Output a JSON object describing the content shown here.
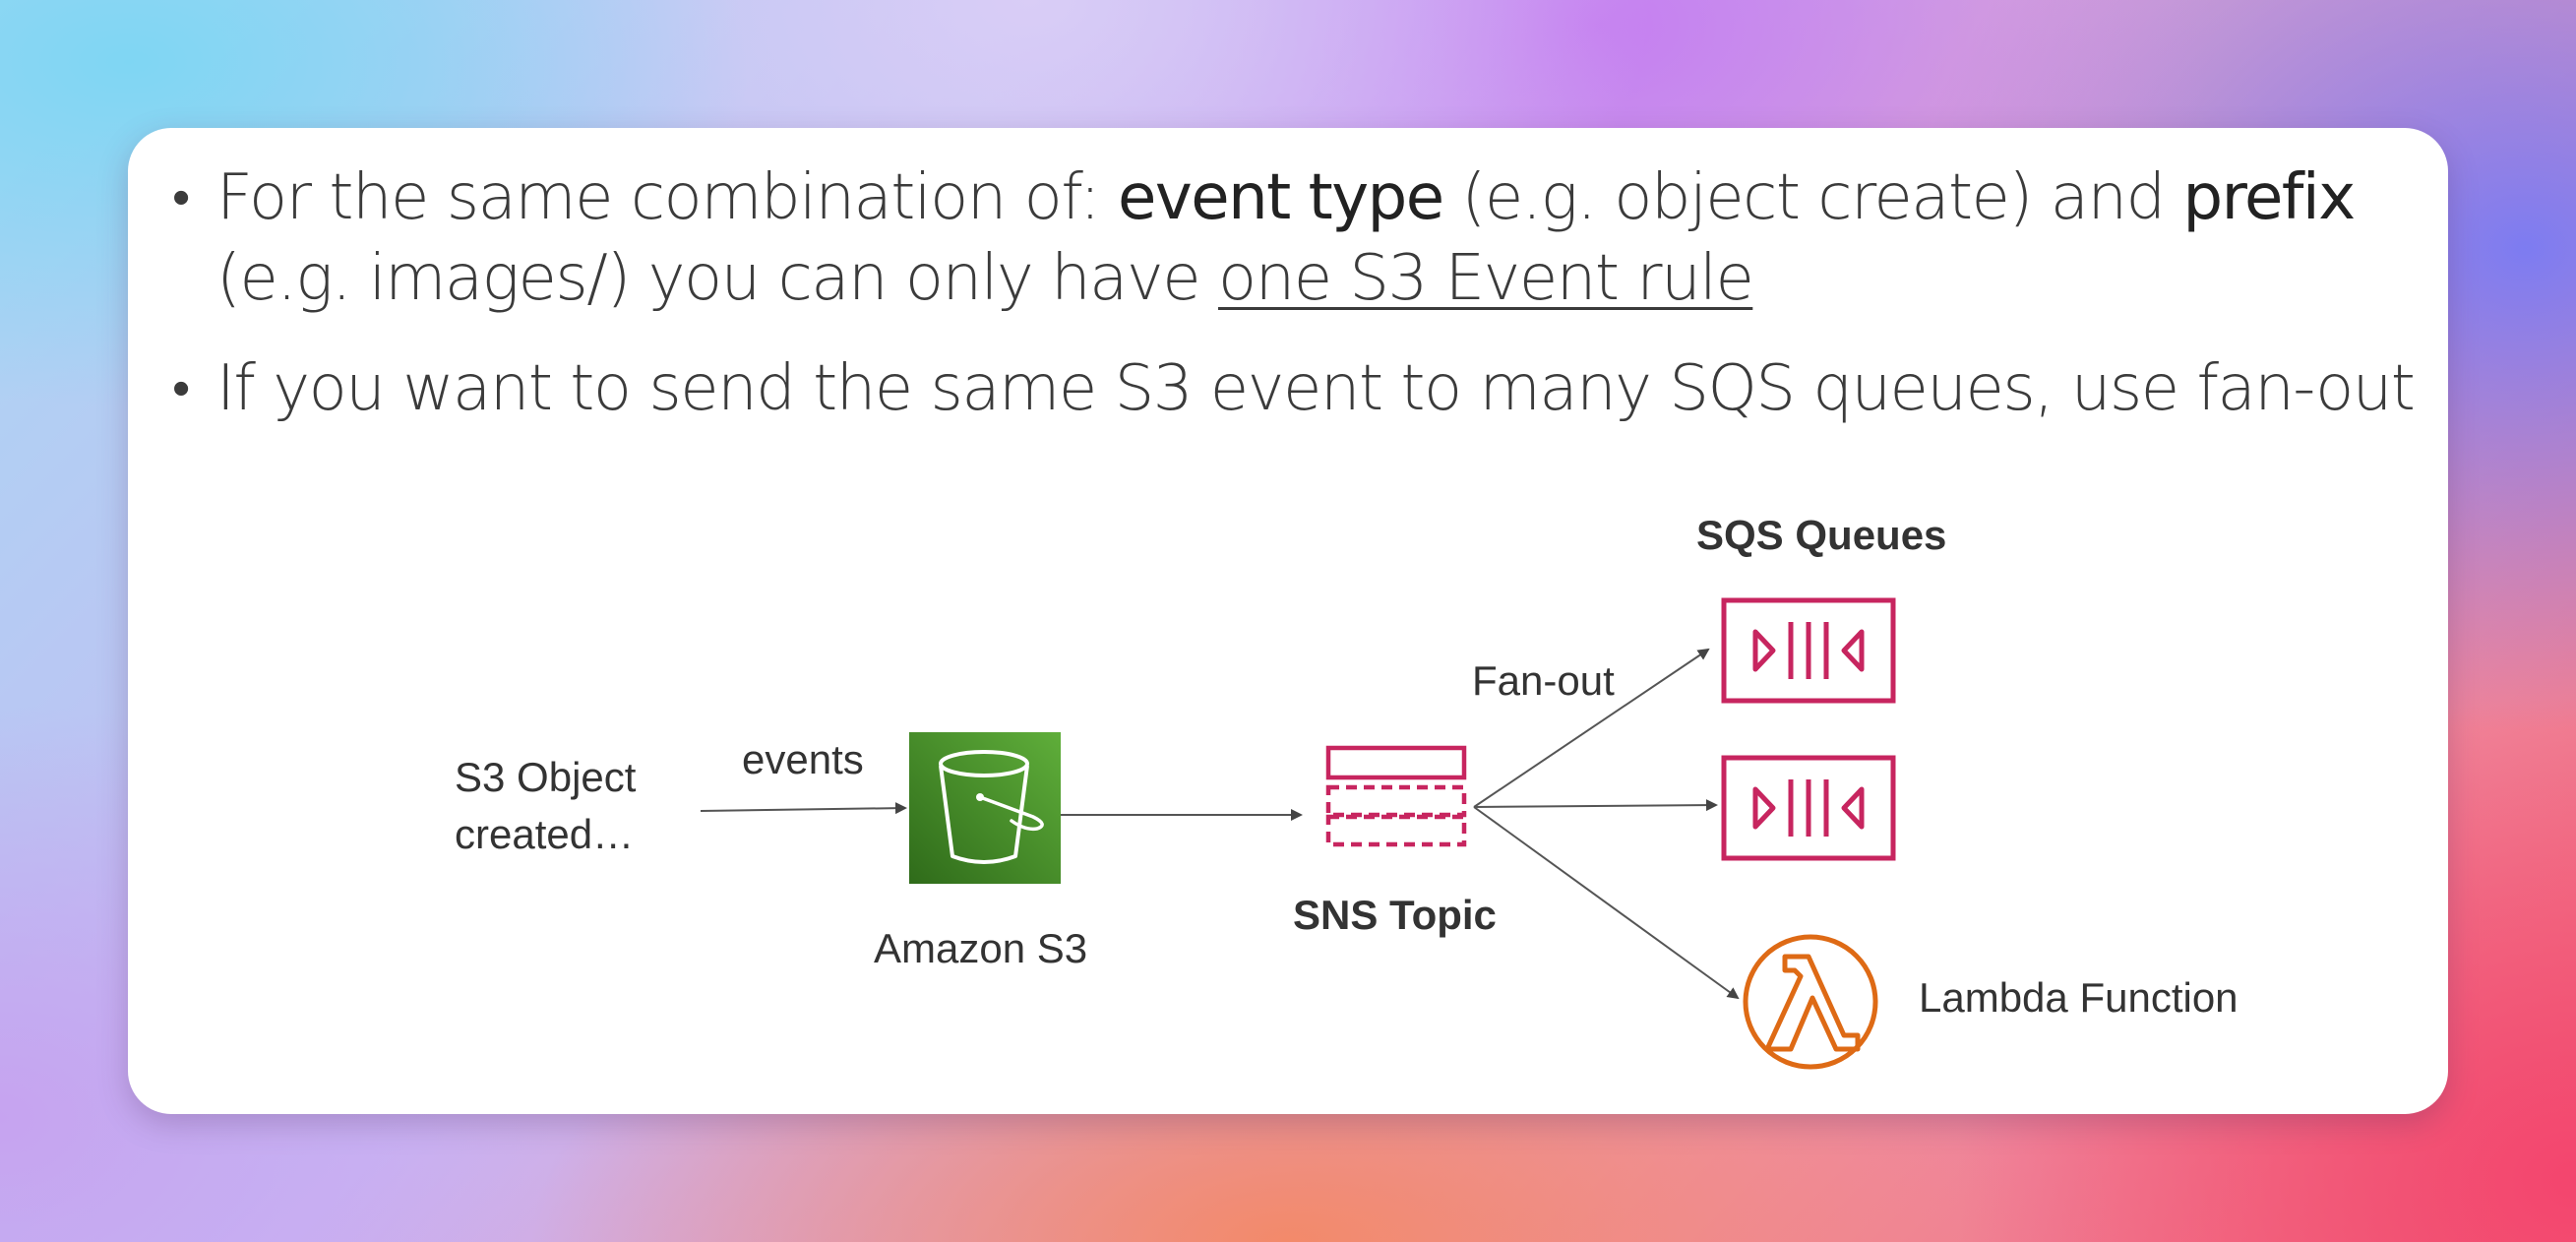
{
  "bullets": {
    "b1_part1": "For the same combination of: ",
    "b1_event_type": "event type",
    "b1_part2": " (e.g. object create) and ",
    "b1_prefix": "prefix",
    "b1_part3": " (e.g. images/) you can only have ",
    "b1_underlined": "one S3 Event rule",
    "b2": "If you want to send the same S3 event to many SQS queues, use fan-out"
  },
  "diagram": {
    "source_label_line1": "S3 Object",
    "source_label_line2": "created…",
    "events_label": "events",
    "s3_label": "Amazon S3",
    "sns_label": "SNS Topic",
    "fanout_label": "Fan-out",
    "sqs_title": "SQS Queues",
    "lambda_label": "Lambda Function",
    "lambda_symbol": "λ",
    "icons": [
      "s3-bucket-icon",
      "sns-topic-icon",
      "sqs-queue-icon",
      "lambda-icon"
    ]
  },
  "colors": {
    "s3_green": "#3f8624",
    "sns_pink": "#c7255f",
    "lambda_orange": "#de6a15",
    "text": "#333333"
  }
}
